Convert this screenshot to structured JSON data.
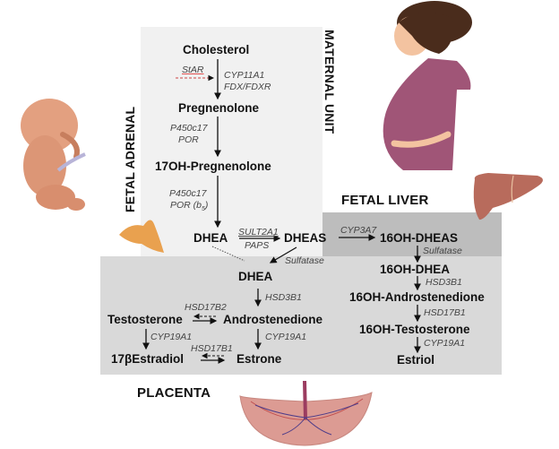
{
  "regions": {
    "fetal_adrenal": "FETAL ADRENAL",
    "maternal_unit": "MATERNAL UNIT",
    "fetal_liver": "FETAL LIVER",
    "placenta": "PLACENTA"
  },
  "adrenal": {
    "cholesterol": "Cholesterol",
    "star": "StAR",
    "cyp11a1": "CYP11A1",
    "fdx": "FDX/FDXR",
    "pregnenolone": "Pregnenolone",
    "p450c17_1": "P450c17",
    "por_1": "POR",
    "oh_pregnenolone": "17OH-Pregnenolone",
    "p450c17_2": "P450c17",
    "por_b5": "POR (b",
    "b5_sub": "5",
    "por_close": ")",
    "dhea": "DHEA",
    "sult2a1": "SULT2A1",
    "paps": "PAPS",
    "dheas": "DHEAS"
  },
  "liver": {
    "cyp3a7": "CYP3A7",
    "oh_dheas": "16OH-DHEAS",
    "sulfatase": "Sulfatase",
    "oh_dhea": "16OH-DHEA",
    "hsd3b1": "HSD3B1",
    "oh_androstenedione": "16OH-Androstenedione",
    "hsd17b1": "HSD17B1",
    "oh_testosterone": "16OH-Testosterone",
    "cyp19a1": "CYP19A1",
    "estriol": "Estriol"
  },
  "placenta": {
    "sulfatase": "Sulfatase",
    "dhea": "DHEA",
    "hsd3b1": "HSD3B1",
    "hsd17b2": "HSD17B2",
    "testosterone": "Testosterone",
    "androstenedione": "Androstenedione",
    "cyp19a1_left": "CYP19A1",
    "cyp19a1_right": "CYP19A1",
    "hsd17b1": "HSD17B1",
    "estradiol": "17βEstradiol",
    "estrone": "Estrone"
  },
  "colors": {
    "adrenal_bg": "#f1f1f1",
    "liver_bg": "#bdbdbd",
    "placenta_bg": "#d9d9d9",
    "arrow": "#111111",
    "star_underline": "#e05050"
  }
}
